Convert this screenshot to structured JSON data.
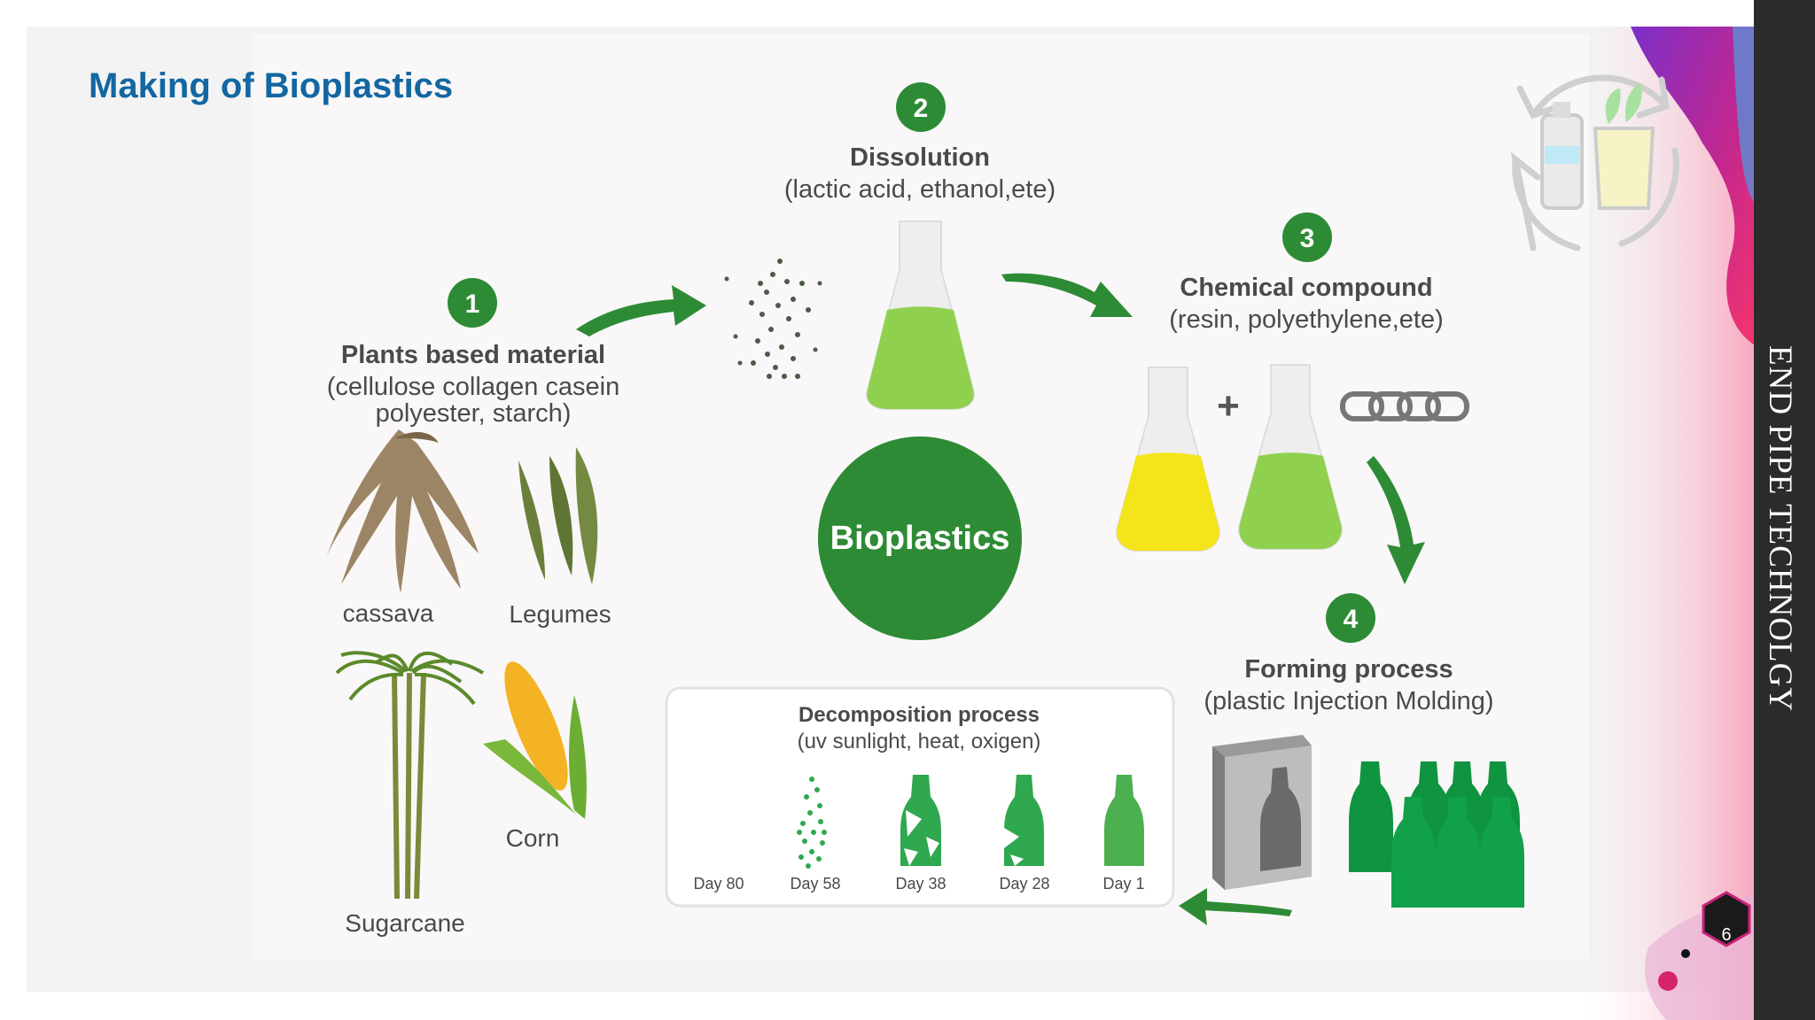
{
  "slide": {
    "title": "Making of Bioplastics",
    "sidebar_text": "END PIPE TECHNOLGY",
    "page_number": "6"
  },
  "diagram": {
    "center_label": "Bioplastics",
    "steps": [
      {
        "number": "1",
        "title": "Plants based material",
        "detail_line1": "(cellulose collagen casein",
        "detail_line2": "polyester, starch)"
      },
      {
        "number": "2",
        "title": "Dissolution",
        "detail_line1": "(lactic acid, ethanol,ete)"
      },
      {
        "number": "3",
        "title": "Chemical compound",
        "detail_line1": "(resin, polyethylene,ete)"
      },
      {
        "number": "4",
        "title": "Forming process",
        "detail_line1": "(plastic Injection Molding)"
      }
    ],
    "plants": [
      "cassava",
      "Legumes",
      "Sugarcane",
      "Corn"
    ],
    "plus_sign": "+",
    "decomposition": {
      "title": "Decomposition process",
      "subtitle": "(uv sunlight, heat, oxigen)",
      "days": [
        "Day 80",
        "Day 58",
        "Day 38",
        "Day 28",
        "Day 1"
      ]
    }
  },
  "colors": {
    "title": "#1267a3",
    "green": "#2e8b35",
    "light_green": "#8fd14f",
    "yellow": "#f4e41a",
    "bottle_green": "#11a14a",
    "sidebar": "#2b2b2b"
  },
  "icons": [
    "recycle-bottle-icon",
    "hexagon-page-badge-icon"
  ]
}
